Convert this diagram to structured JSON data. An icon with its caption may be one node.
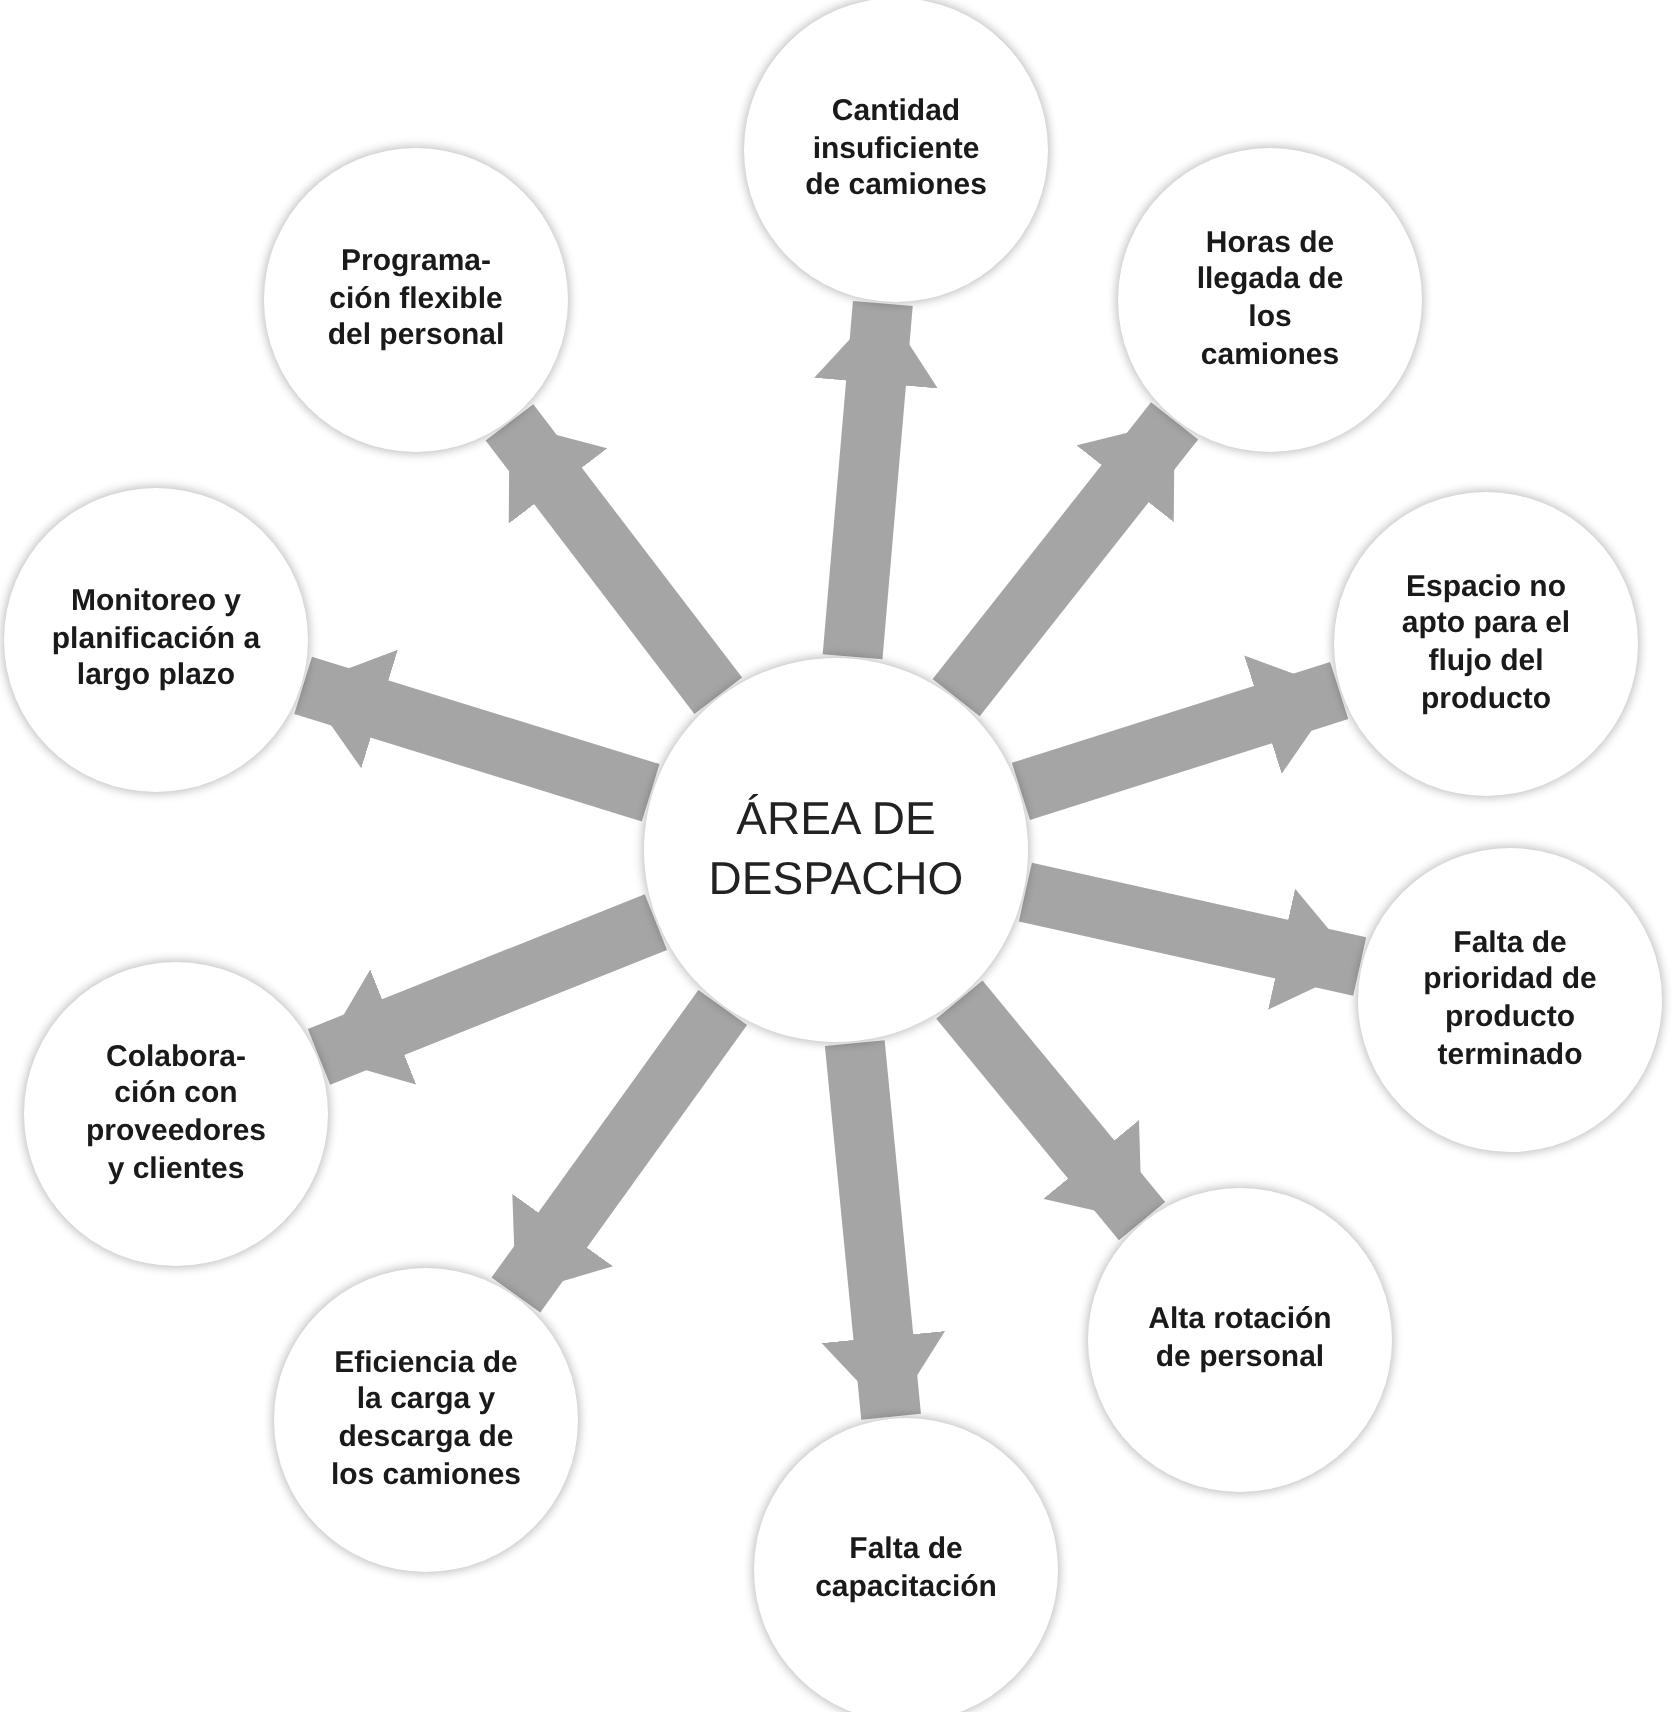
{
  "diagram": {
    "nodes": [
      {
        "text": [
          "ÁREA DE DESPACHO"
        ]
      },
      {
        "text": [
          "Cantidad insuficiente de camiones"
        ]
      },
      {
        "text": [
          "Horas de llegada de los camiones"
        ]
      },
      {
        "text": [
          "Espacio no apto para el flujo del producto"
        ]
      },
      {
        "text": [
          "Falta de prioridad de producto terminado"
        ]
      },
      {
        "text": [
          "Alta rotación de personal"
        ]
      },
      {
        "text": [
          "Falta de capacitación"
        ]
      },
      {
        "text": [
          "Eficiencia de la carga y descarga de los camiones"
        ]
      },
      {
        "text": [
          "Colabora- ción con proveedores y clientes"
        ]
      },
      {
        "text": [
          "Monitoreo y planificación a largo plazo"
        ]
      },
      {
        "text": [
          "Programa- ción flexible del personal"
        ]
      }
    ],
    "edges": [
      {
        "from": 0,
        "to": 1,
        "arrow": "to"
      },
      {
        "from": 0,
        "to": 2,
        "arrow": "to"
      },
      {
        "from": 0,
        "to": 3,
        "arrow": "to"
      },
      {
        "from": 0,
        "to": 4,
        "arrow": "to"
      },
      {
        "from": 0,
        "to": 5,
        "arrow": "to"
      },
      {
        "from": 0,
        "to": 6,
        "arrow": "to"
      },
      {
        "from": 0,
        "to": 7,
        "arrow": "to"
      },
      {
        "from": 0,
        "to": 8,
        "arrow": "to"
      },
      {
        "from": 0,
        "to": 9,
        "arrow": "to"
      },
      {
        "from": 0,
        "to": 10,
        "arrow": "to"
      }
    ]
  }
}
